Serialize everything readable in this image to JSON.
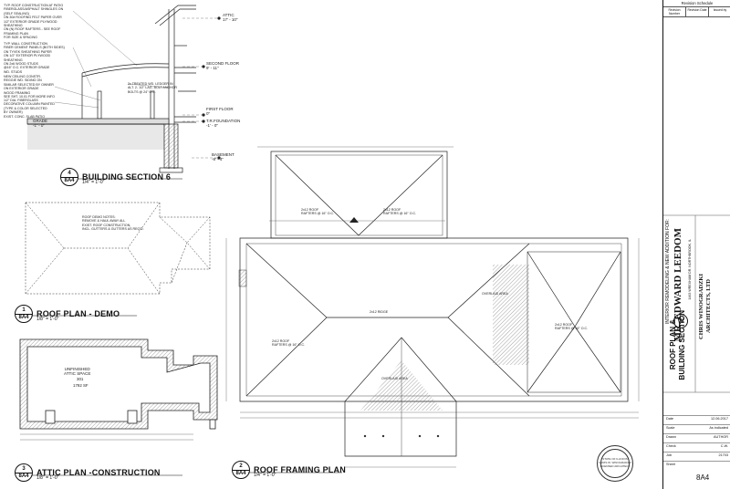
{
  "views": {
    "section": {
      "number": "4",
      "sheet": "8A4",
      "title": "BUILDING SECTION 6",
      "scale": "1/4\" = 1'-0\""
    },
    "demo": {
      "number": "1",
      "sheet": "8A4",
      "title": "ROOF PLAN - DEMO",
      "scale": "1/8\" = 1'-0\""
    },
    "attic": {
      "number": "3",
      "sheet": "8A4",
      "title": "ATTIC PLAN -CONSTRUCTION",
      "scale": "1/8\" = 1'-0\""
    },
    "framing": {
      "number": "2",
      "sheet": "8A4",
      "title": "ROOF FRAMING PLAN",
      "scale": "1/4\" = 1'-0\""
    }
  },
  "levels": {
    "attic": {
      "name": "ATTIC",
      "elev": "17' - 10\""
    },
    "second": {
      "name": "SECOND FLOOR",
      "elev": "9' - 11\""
    },
    "first": {
      "name": "FIRST FLOOR",
      "elev": "0\""
    },
    "foundation": {
      "name": "T.R.FOUNDATION",
      "elev": "-1' - 0\""
    },
    "basement": {
      "name": "BASEMENT",
      "elev": "-8' - 4\""
    },
    "grade": {
      "name": "GRADE",
      "elev": "-1' - 0\""
    }
  },
  "notes": {
    "patio": "TYP. ROOF CONSTRUCTION AT PATIO\nFIBERGLASS/ASPHALT SHINGLES ON\n(SELF SEALING)\nON 30# ROOFING FELT PAPER OVER\n1/2\" EXTERIOR GRADE PLYWOOD\nSHEATHING\nON (N) ROOF RAFTERS - SEE ROOF\nFRAMING PLAN\nFOR SIZE & SPACING",
    "wall": "TYP. WALL CONSTRUCTION\nFIBER CEMENT PANELS (BOTH SIDES)\nON TYVEK SHEATHING PAPER\nON 1/2\" EXTERIOR PLYWOOD\nSHEATHING\nON 2x6 WOOD STUDS\n@16\" O.C. EXTERIOR GRADE\nWD. STUDS",
    "ceiling": "NEW CEILING CONSTR.\nREGGIE WD. SIDING ON\nSIMILAR SELECTED BY OWNER\nON EXTERIOR GRADE\nWOOD FRAMING\nSEE SHT. 10.01 FOR MORE INFO",
    "fiberglass": "1/2\" DIA. FIBERGLASS\nDECORATIVE COLUMN PAINTED\n(TYPE & COLOR SELECTED\nBY OWNER)",
    "slab": "EXIST. CONC. SLAB PATIO",
    "ledger": "2x TREATED WD. LEDGER IN\nALT. 2- 1/2\" LAG. BOLT ANCHOR\nBOLTS @ 24\" O.C.",
    "demo": "ROOF DEMO NOTES:\nREMOVE & HAUL AWAY ALL\nEXIST. ROOF CONSTRUCTION,\nINCL. GUTTERS & GUTTERS AS REQ'D.",
    "attic_space": "UNFINISHED\nATTIC SPACE",
    "attic_room": "301",
    "attic_area": "1792 SF",
    "rafters": "2x12 ROOF\nRAFTERS @ 16\" O.C.",
    "ridge": "2x12 RIDGE",
    "overlaid": "OVERLAID AREA"
  },
  "titleblock": {
    "revision_header": "Revision Schedule",
    "revision_cols": [
      "Revision Number",
      "Revision Date",
      "Issued by"
    ],
    "project_type": "INTERIOR REMODELING & NEW ADDITION FOR:",
    "client": "MR. EDWARD LEEDOM",
    "address": "1463 WREXHAM DR. NORTHBROOK, IL",
    "sheet_title_1": "ROOF PLAN &",
    "sheet_title_2": "BUILDING SECTION",
    "firm_1": "CHRIS WINOGRADZKI",
    "firm_2": "ARCHITECTS, LTD",
    "logo": "W",
    "rows": [
      {
        "label": "Date",
        "value": "12.06.2017"
      },
      {
        "label": "Scale",
        "value": "As indicated"
      },
      {
        "label": "Drawn",
        "value": "AUTHOR"
      },
      {
        "label": "Check",
        "value": "C.W."
      },
      {
        "label": "Job",
        "value": "21703"
      },
      {
        "label": "Sheet",
        "value": ""
      }
    ],
    "sheet_number": "8A4",
    "seal": "STATE OF ILLINOIS\nCHRIS W. WINOGRADZKI\nLICENSED ARCHITECT"
  }
}
